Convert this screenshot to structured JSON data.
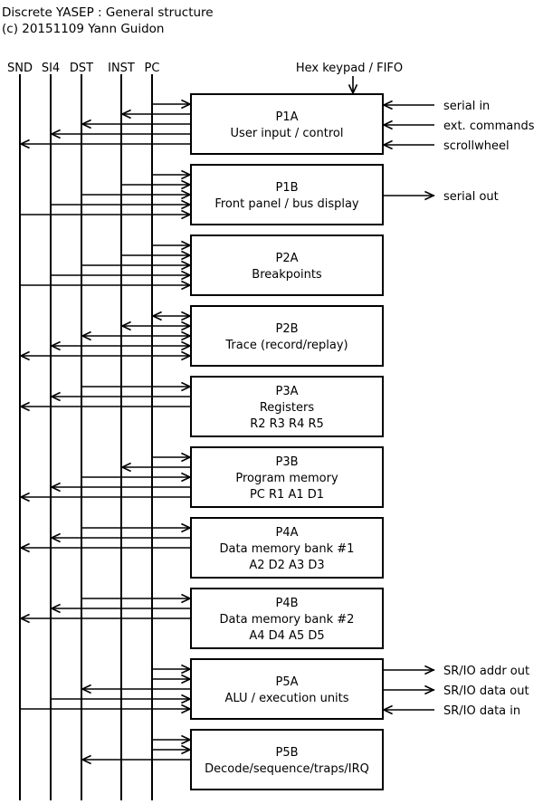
{
  "header": {
    "title": "Discrete YASEP : General structure",
    "copyright": "(c) 20151109 Yann Guidon"
  },
  "buses": [
    {
      "id": "SND",
      "label": "SND"
    },
    {
      "id": "SI4",
      "label": "SI4"
    },
    {
      "id": "DST",
      "label": "DST"
    },
    {
      "id": "INST",
      "label": "INST"
    },
    {
      "id": "PC",
      "label": "PC"
    }
  ],
  "top_input": {
    "label": "Hex keypad / FIFO"
  },
  "modules": [
    {
      "id": "p1a",
      "lines": [
        "P1A",
        "User input / control"
      ],
      "links": [
        {
          "bus": "PC",
          "dir": "in"
        },
        {
          "bus": "INST",
          "dir": "out"
        },
        {
          "bus": "DST",
          "dir": "out"
        },
        {
          "bus": "SI4",
          "dir": "out"
        },
        {
          "bus": "SND",
          "dir": "out"
        }
      ],
      "external": [
        {
          "label": "serial in",
          "dir": "in"
        },
        {
          "label": "ext. commands",
          "dir": "in"
        },
        {
          "label": "scrollwheel",
          "dir": "in"
        }
      ]
    },
    {
      "id": "p1b",
      "lines": [
        "P1B",
        "Front panel / bus display"
      ],
      "links": [
        {
          "bus": "PC",
          "dir": "in"
        },
        {
          "bus": "INST",
          "dir": "in"
        },
        {
          "bus": "DST",
          "dir": "in"
        },
        {
          "bus": "SI4",
          "dir": "in"
        },
        {
          "bus": "SND",
          "dir": "in"
        }
      ],
      "external": [
        {
          "label": "serial out",
          "dir": "out"
        }
      ]
    },
    {
      "id": "p2a",
      "lines": [
        "P2A",
        "Breakpoints"
      ],
      "links": [
        {
          "bus": "PC",
          "dir": "in"
        },
        {
          "bus": "INST",
          "dir": "in"
        },
        {
          "bus": "DST",
          "dir": "in"
        },
        {
          "bus": "SI4",
          "dir": "in"
        },
        {
          "bus": "SND",
          "dir": "in"
        }
      ],
      "external": []
    },
    {
      "id": "p2b",
      "lines": [
        "P2B",
        "Trace (record/replay)"
      ],
      "links": [
        {
          "bus": "PC",
          "dir": "both"
        },
        {
          "bus": "INST",
          "dir": "both"
        },
        {
          "bus": "DST",
          "dir": "both"
        },
        {
          "bus": "SI4",
          "dir": "both"
        },
        {
          "bus": "SND",
          "dir": "both"
        }
      ],
      "external": []
    },
    {
      "id": "p3a",
      "lines": [
        "P3A",
        "Registers",
        "R2 R3 R4 R5"
      ],
      "links": [
        {
          "bus": "DST",
          "dir": "in"
        },
        {
          "bus": "SI4",
          "dir": "out"
        },
        {
          "bus": "SND",
          "dir": "out"
        }
      ],
      "external": []
    },
    {
      "id": "p3b",
      "lines": [
        "P3B",
        "Program memory",
        "PC R1 A1 D1"
      ],
      "links": [
        {
          "bus": "PC",
          "dir": "in"
        },
        {
          "bus": "INST",
          "dir": "out"
        },
        {
          "bus": "DST",
          "dir": "in"
        },
        {
          "bus": "SI4",
          "dir": "out"
        },
        {
          "bus": "SND",
          "dir": "out"
        }
      ],
      "external": []
    },
    {
      "id": "p4a",
      "lines": [
        "P4A",
        "Data memory bank #1",
        "A2 D2 A3 D3"
      ],
      "links": [
        {
          "bus": "DST",
          "dir": "in"
        },
        {
          "bus": "SI4",
          "dir": "out"
        },
        {
          "bus": "SND",
          "dir": "out"
        }
      ],
      "external": []
    },
    {
      "id": "p4b",
      "lines": [
        "P4B",
        "Data memory bank #2",
        "A4 D4 A5 D5"
      ],
      "links": [
        {
          "bus": "DST",
          "dir": "in"
        },
        {
          "bus": "SI4",
          "dir": "out"
        },
        {
          "bus": "SND",
          "dir": "out"
        }
      ],
      "external": []
    },
    {
      "id": "p5a",
      "lines": [
        "P5A",
        "ALU / execution units"
      ],
      "links": [
        {
          "bus": "PC",
          "dir": "in"
        },
        {
          "bus": "PC",
          "dir": "in"
        },
        {
          "bus": "DST",
          "dir": "out"
        },
        {
          "bus": "SI4",
          "dir": "in"
        },
        {
          "bus": "SND",
          "dir": "in"
        }
      ],
      "external": [
        {
          "label": "SR/IO addr out",
          "dir": "out"
        },
        {
          "label": "SR/IO data out",
          "dir": "out"
        },
        {
          "label": "SR/IO data in",
          "dir": "in"
        }
      ]
    },
    {
      "id": "p5b",
      "lines": [
        "P5B",
        "Decode/sequence/traps/IRQ"
      ],
      "links": [
        {
          "bus": "PC",
          "dir": "in"
        },
        {
          "bus": "PC",
          "dir": "in"
        },
        {
          "bus": "DST",
          "dir": "out"
        }
      ],
      "external": []
    }
  ]
}
